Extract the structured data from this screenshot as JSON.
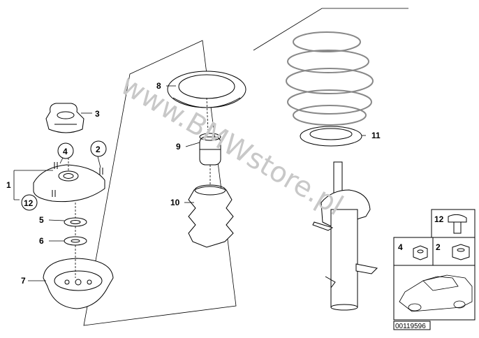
{
  "watermark": "www.BMWstore.pl",
  "diagram_code": "00119596",
  "callouts": {
    "c1": "1",
    "c2": "2",
    "c3": "3",
    "c4": "4",
    "c5": "5",
    "c6": "6",
    "c7": "7",
    "c8": "8",
    "c9": "9",
    "c10": "10",
    "c11": "11",
    "c12": "12"
  },
  "hardware_panel": {
    "bolt": "12",
    "nut_left": "4",
    "nut_right": "2"
  }
}
